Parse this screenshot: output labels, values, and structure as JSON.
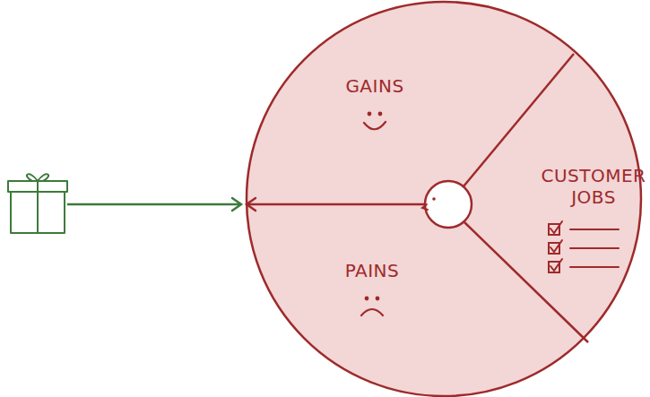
{
  "diagram": {
    "nodes": [
      {
        "text": [
          "GAINS"
        ]
      },
      {
        "text": [
          "CUSTOMER JOBS"
        ]
      },
      {
        "text": [
          "PAINS"
        ]
      }
    ]
  }
}
